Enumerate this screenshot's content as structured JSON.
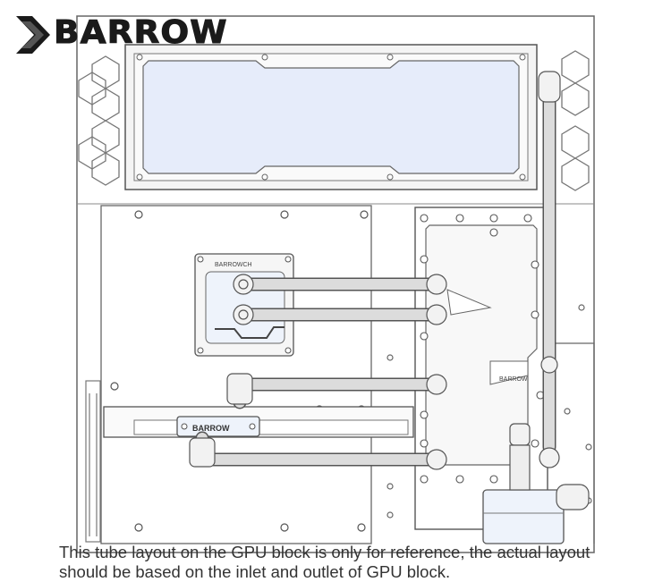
{
  "logo": {
    "brand": "BARROW",
    "icon": "chevron-arrow-icon"
  },
  "labels": {
    "cpu_block": "BARROWCH",
    "gpu_bridge": "BARROW",
    "reservoir": "BARROW"
  },
  "caption": {
    "line1": "This tube layout on the GPU block is only for reference, the actual layout",
    "line2": "should be based on the inlet and outlet of GPU block."
  },
  "colors": {
    "tube": "#dcdcdc",
    "outline": "#555555",
    "radiator": "#e6ecfa",
    "background": "#ffffff"
  }
}
